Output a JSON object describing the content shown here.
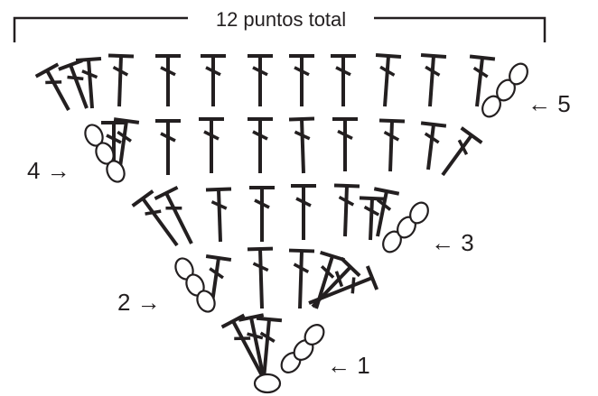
{
  "header": {
    "title": "12 puntos total"
  },
  "row_labels": [
    {
      "row": 1,
      "text": "← 1"
    },
    {
      "row": 2,
      "text": "2 →"
    },
    {
      "row": 3,
      "text": "← 3"
    },
    {
      "row": 4,
      "text": "4 →"
    },
    {
      "row": 5,
      "text": "← 5"
    }
  ],
  "stitch_rows": [
    {
      "row": 1,
      "chain_ovals": 3,
      "double_crochet": 3
    },
    {
      "row": 2,
      "chain_ovals": 3,
      "double_crochet": 6
    },
    {
      "row": 3,
      "chain_ovals": 3,
      "double_crochet": 8
    },
    {
      "row": 4,
      "chain_ovals": 3,
      "double_crochet": 10
    },
    {
      "row": 5,
      "chain_ovals": 3,
      "double_crochet": 12
    }
  ],
  "colors": {
    "ink": "#231f20",
    "background": "#ffffff"
  }
}
